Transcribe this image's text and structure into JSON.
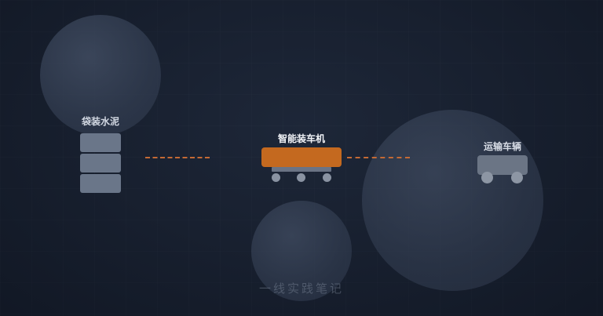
{
  "nodes": {
    "cement": {
      "label": "袋装水泥"
    },
    "loader": {
      "label": "智能装车机"
    },
    "truck": {
      "label": "运输车辆"
    }
  },
  "watermark": "一线实践笔记",
  "colors": {
    "background": "#18202f",
    "loader": "#c4691f",
    "connector": "#c46a35",
    "bag": "#6a7689",
    "truck": "#6b7585"
  }
}
